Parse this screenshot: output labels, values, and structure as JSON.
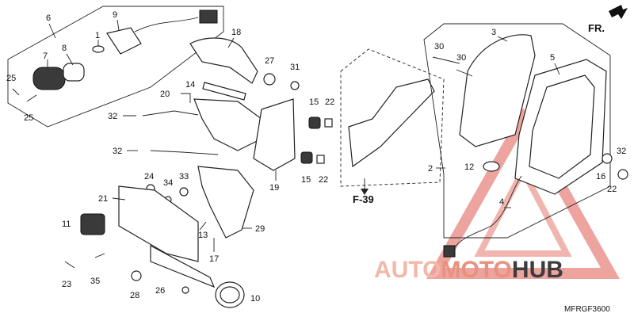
{
  "diagram": {
    "direction_label": "FR.",
    "reference_label": "F-39",
    "drawing_code": "MFRGF3600",
    "watermark": {
      "part1": "AUTO",
      "part2": "MOTO",
      "part3": "HUB",
      "color_light": "#f2b8a8",
      "color_red": "#e05a4e",
      "color_dark": "#3c3c3c"
    },
    "callouts": {
      "c1": "1",
      "c2": "2",
      "c3": "3",
      "c4": "4",
      "c5": "5",
      "c6": "6",
      "c7": "7",
      "c8": "8",
      "c9": "9",
      "c10": "10",
      "c11": "11",
      "c12": "12",
      "c13": "13",
      "c14": "14",
      "c15a": "15",
      "c15b": "15",
      "c16": "16",
      "c17": "17",
      "c18": "18",
      "c19": "19",
      "c20": "20",
      "c21": "21",
      "c22a": "22",
      "c22b": "22",
      "c22c": "22",
      "c23": "23",
      "c24": "24",
      "c25a": "25",
      "c25b": "25",
      "c26": "26",
      "c27": "27",
      "c28": "28",
      "c29": "29",
      "c30a": "30",
      "c30b": "30",
      "c31": "31",
      "c32a": "32",
      "c32b": "32",
      "c32c": "32",
      "c33": "33",
      "c34": "34",
      "c35": "35"
    }
  }
}
